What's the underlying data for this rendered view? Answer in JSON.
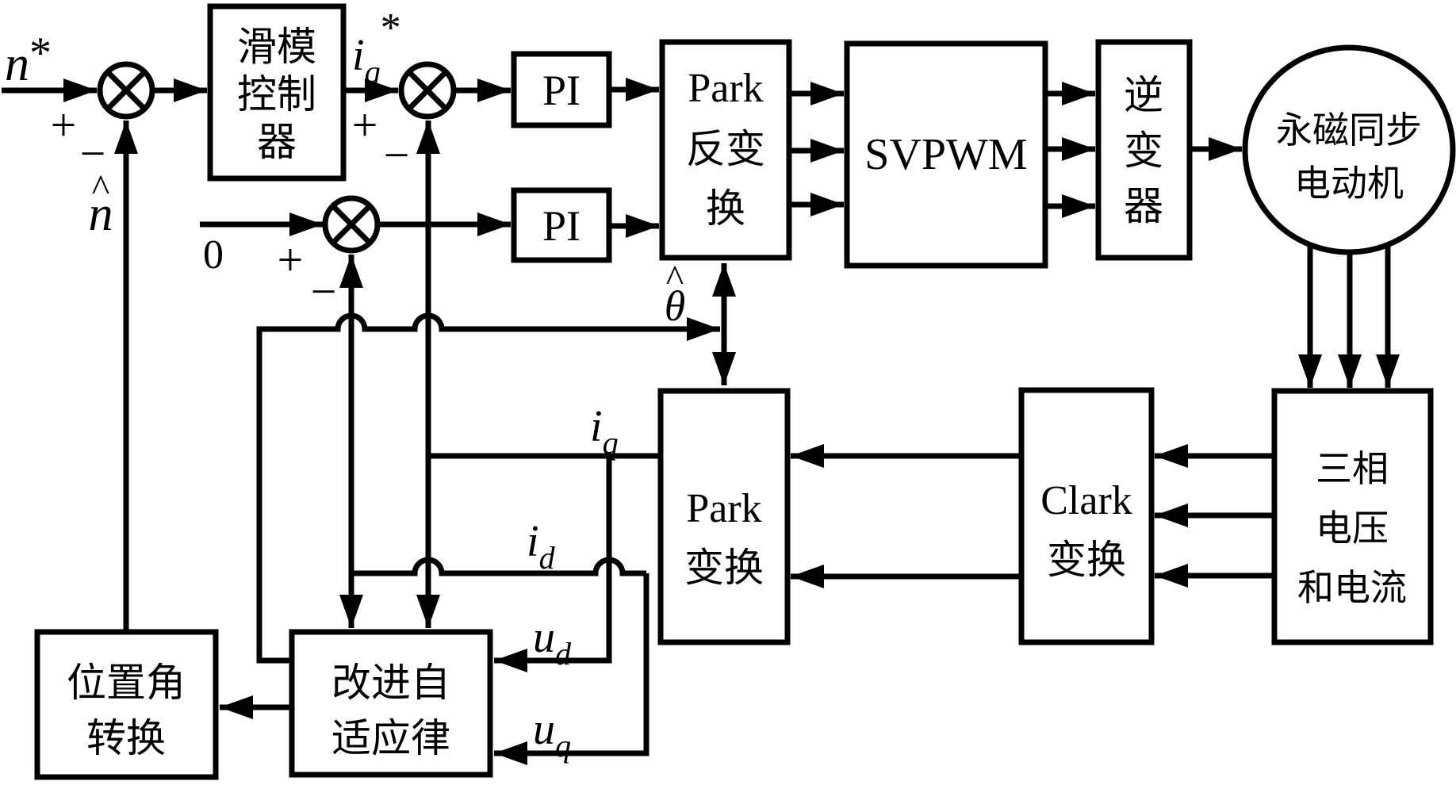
{
  "diagram": {
    "colors": {
      "ink": "#000000",
      "background": "#ffffff"
    },
    "inputs": {
      "speed_ref": {
        "base": "n",
        "sup": "*"
      },
      "zero": "0"
    },
    "signals": {
      "speed_est": {
        "base": "n",
        "accent": "^"
      },
      "theta_est": {
        "base": "θ",
        "accent": "^"
      },
      "iq_ref": {
        "base": "i",
        "sub": "q",
        "sup": "*"
      },
      "iq": {
        "base": "i",
        "sub": "q"
      },
      "id": {
        "base": "i",
        "sub": "d"
      },
      "ud": {
        "base": "u",
        "sub": "d"
      },
      "uq": {
        "base": "u",
        "sub": "q"
      }
    },
    "signs": {
      "j1_plus": "+",
      "j1_minus": "−",
      "j2_plus": "+",
      "j2_minus": "−",
      "j3_plus": "+",
      "j3_minus": "−"
    },
    "blocks": {
      "smc": {
        "line1": "滑模",
        "line2": "控制",
        "line3": "器"
      },
      "pi_speed": {
        "label": "PI"
      },
      "pi_current": {
        "label": "PI"
      },
      "inverse_park": {
        "line1": "Park",
        "line2": "反变",
        "line3": "换"
      },
      "svpwm": {
        "label": "SVPWM"
      },
      "inverter": {
        "line1": "逆",
        "line2": "变",
        "line3": "器"
      },
      "motor": {
        "line1": "永磁同步",
        "line2": "电动机"
      },
      "park": {
        "line1": "Park",
        "line2": "变换"
      },
      "clark": {
        "line1": "Clark",
        "line2": "变换"
      },
      "three_phase": {
        "line1": "三相",
        "line2": "电压",
        "line3": "和电流"
      },
      "adaptive_law": {
        "line1": "改进自",
        "line2": "适应律"
      },
      "position_conv": {
        "line1": "位置角",
        "line2": "转换"
      }
    }
  }
}
